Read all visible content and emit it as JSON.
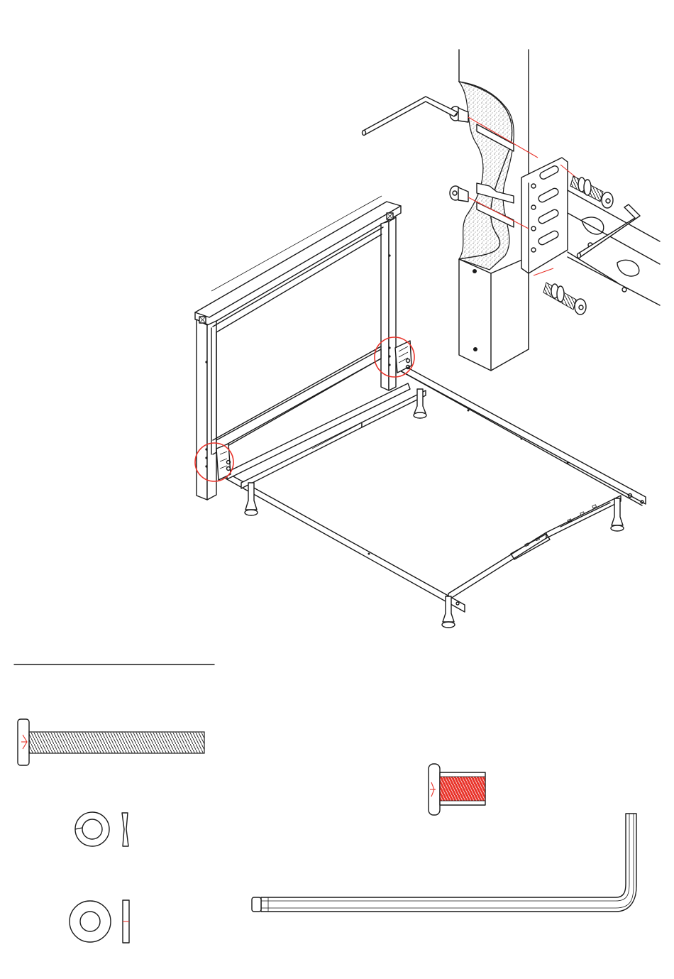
{
  "colors": {
    "line": "#1a1a1a",
    "highlight": "#e8332a",
    "background": "#ffffff",
    "texture": "#555555"
  },
  "figures": {
    "main_assembly": "headboard-to-metal-frame-assembly",
    "detail_view": "bolt-through-bracket-detail",
    "hardware_list": [
      "bolt",
      "lock-washer",
      "flat-washer",
      "sleeve-nut",
      "allen-wrench"
    ]
  }
}
